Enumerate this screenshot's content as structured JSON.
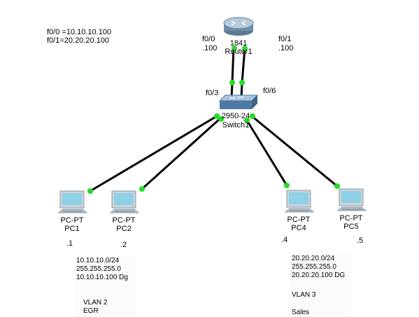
{
  "note_top": {
    "line1": "f0/0 =10.10.10.100",
    "line2": "f0/1=20.20.20.100"
  },
  "router": {
    "model": "1841",
    "name": "Router1",
    "port_left": "f0/0",
    "port_left_ip": ".100",
    "port_right": "f0/1",
    "port_right_ip": ".100"
  },
  "switch": {
    "model": "2950-24",
    "name": "Switch1",
    "port_left": "f0/3",
    "port_right": "f0/6"
  },
  "pcs": [
    {
      "model": "PC-PT",
      "name": "PC1",
      "host": ".1"
    },
    {
      "model": "PC-PT",
      "name": "PC2",
      "host": ".2"
    },
    {
      "model": "PC-PT",
      "name": "PC4",
      "host": ".4"
    },
    {
      "model": "PC-PT",
      "name": "PC5",
      "host": ".5"
    }
  ],
  "note_vlan2": {
    "net": "10.10.10.0/24",
    "mask": "255.255.255.0",
    "gw": "10.10.10.100 Dg",
    "vlan": "VLAN 2",
    "dept": "EGR"
  },
  "note_vlan3": {
    "net": "20.20.20.0/24",
    "mask": "255.255.255.0",
    "gw": "20.20.20.100 DG",
    "vlan": "VLAN 3",
    "dept": "Sales"
  },
  "colors": {
    "link": "#000000",
    "port_up": "#22dd22",
    "pc_screen": "#8fd0e6",
    "router_body": "#5b7a93",
    "switch_body": "#4d7aa3"
  }
}
